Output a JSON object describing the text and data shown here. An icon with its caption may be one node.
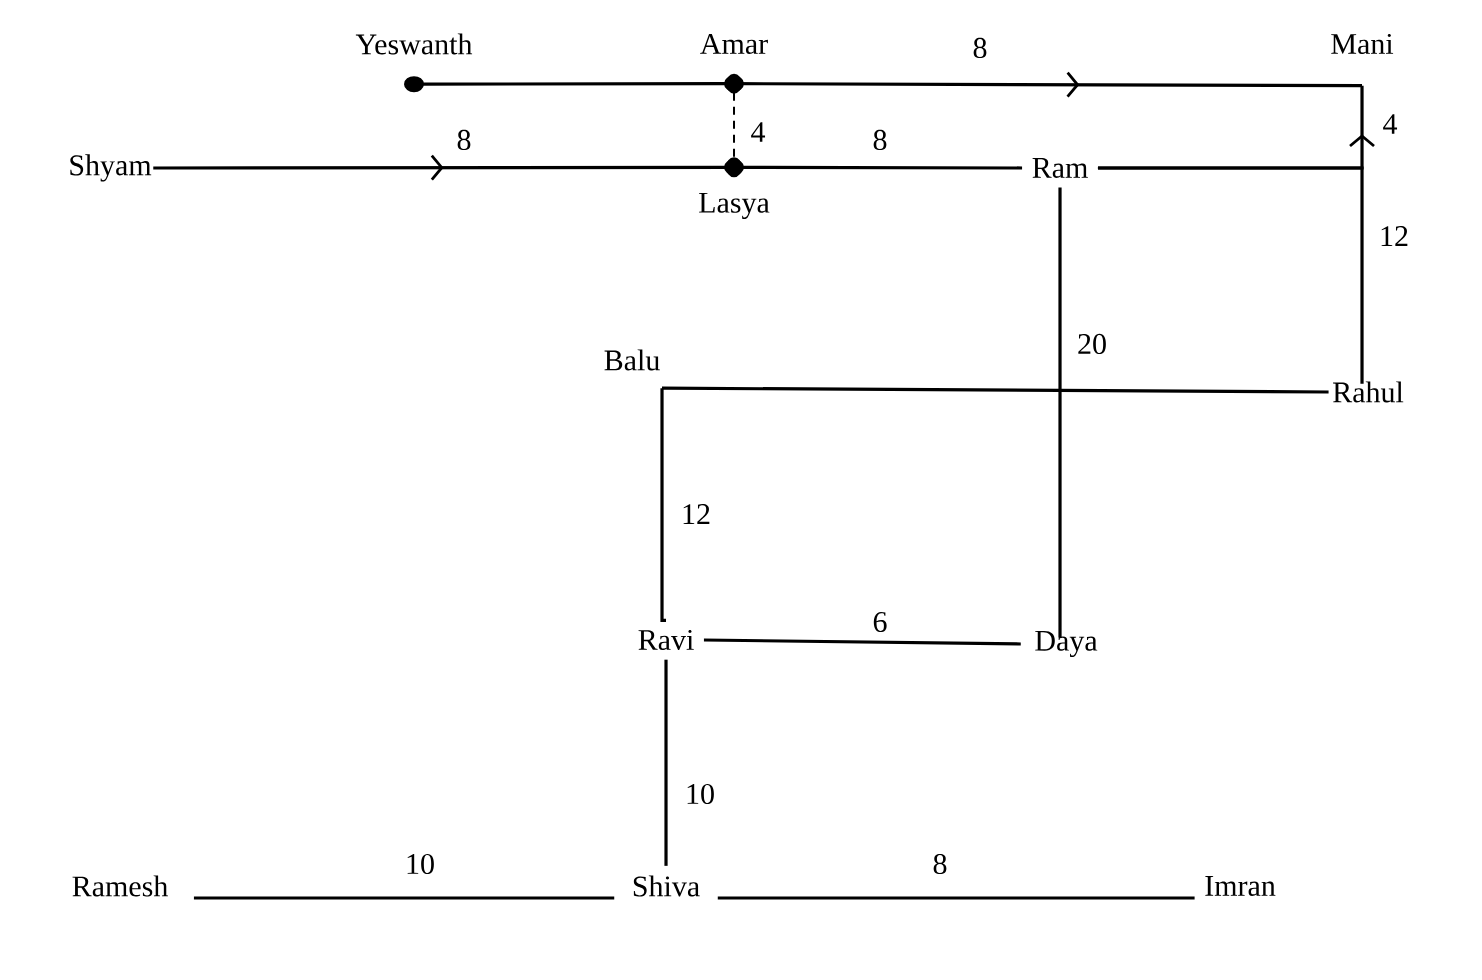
{
  "diagram": {
    "nodes": [
      {
        "text": [
          "Yeswanth"
        ]
      },
      {
        "text": [
          "Amar"
        ]
      },
      {
        "text": [
          "Mani"
        ]
      },
      {
        "text": [
          "Shyam"
        ]
      },
      {
        "text": [
          "Lasya"
        ]
      },
      {
        "text": [
          "Ram"
        ]
      },
      {
        "text": [
          "Balu"
        ]
      },
      {
        "text": [
          "Rahul"
        ]
      },
      {
        "text": [
          "Ravi"
        ]
      },
      {
        "text": [
          "Daya"
        ]
      },
      {
        "text": [
          "Shiva"
        ]
      },
      {
        "text": [
          "Ramesh"
        ]
      },
      {
        "text": [
          "Imran"
        ]
      }
    ],
    "edges": [
      {
        "from": 0,
        "to": 1,
        "arrow": "other"
      },
      {
        "from": 1,
        "to": 2,
        "arrow": "to",
        "label": "8"
      },
      {
        "from": 1,
        "to": 4,
        "arrow": "other",
        "label": "4",
        "style": "dashed"
      },
      {
        "from": 3,
        "to": 4,
        "arrow": "to",
        "label": "8"
      },
      {
        "from": 4,
        "to": 5,
        "arrow": "other",
        "label": "8"
      },
      {
        "from": 5,
        "to": 2,
        "arrow": "to",
        "label": "4"
      },
      {
        "from": 7,
        "to": 5,
        "arrow": "none",
        "label": "12"
      },
      {
        "from": 5,
        "to": 9,
        "arrow": "none",
        "label": "20"
      },
      {
        "from": 6,
        "to": 7,
        "arrow": "none"
      },
      {
        "from": 6,
        "to": 8,
        "arrow": "none",
        "label": "12"
      },
      {
        "from": 8,
        "to": 9,
        "arrow": "none",
        "label": "6"
      },
      {
        "from": 8,
        "to": 10,
        "arrow": "none",
        "label": "10"
      },
      {
        "from": 11,
        "to": 10,
        "arrow": "none",
        "label": "10"
      },
      {
        "from": 10,
        "to": 12,
        "arrow": "none",
        "label": "8"
      }
    ]
  }
}
